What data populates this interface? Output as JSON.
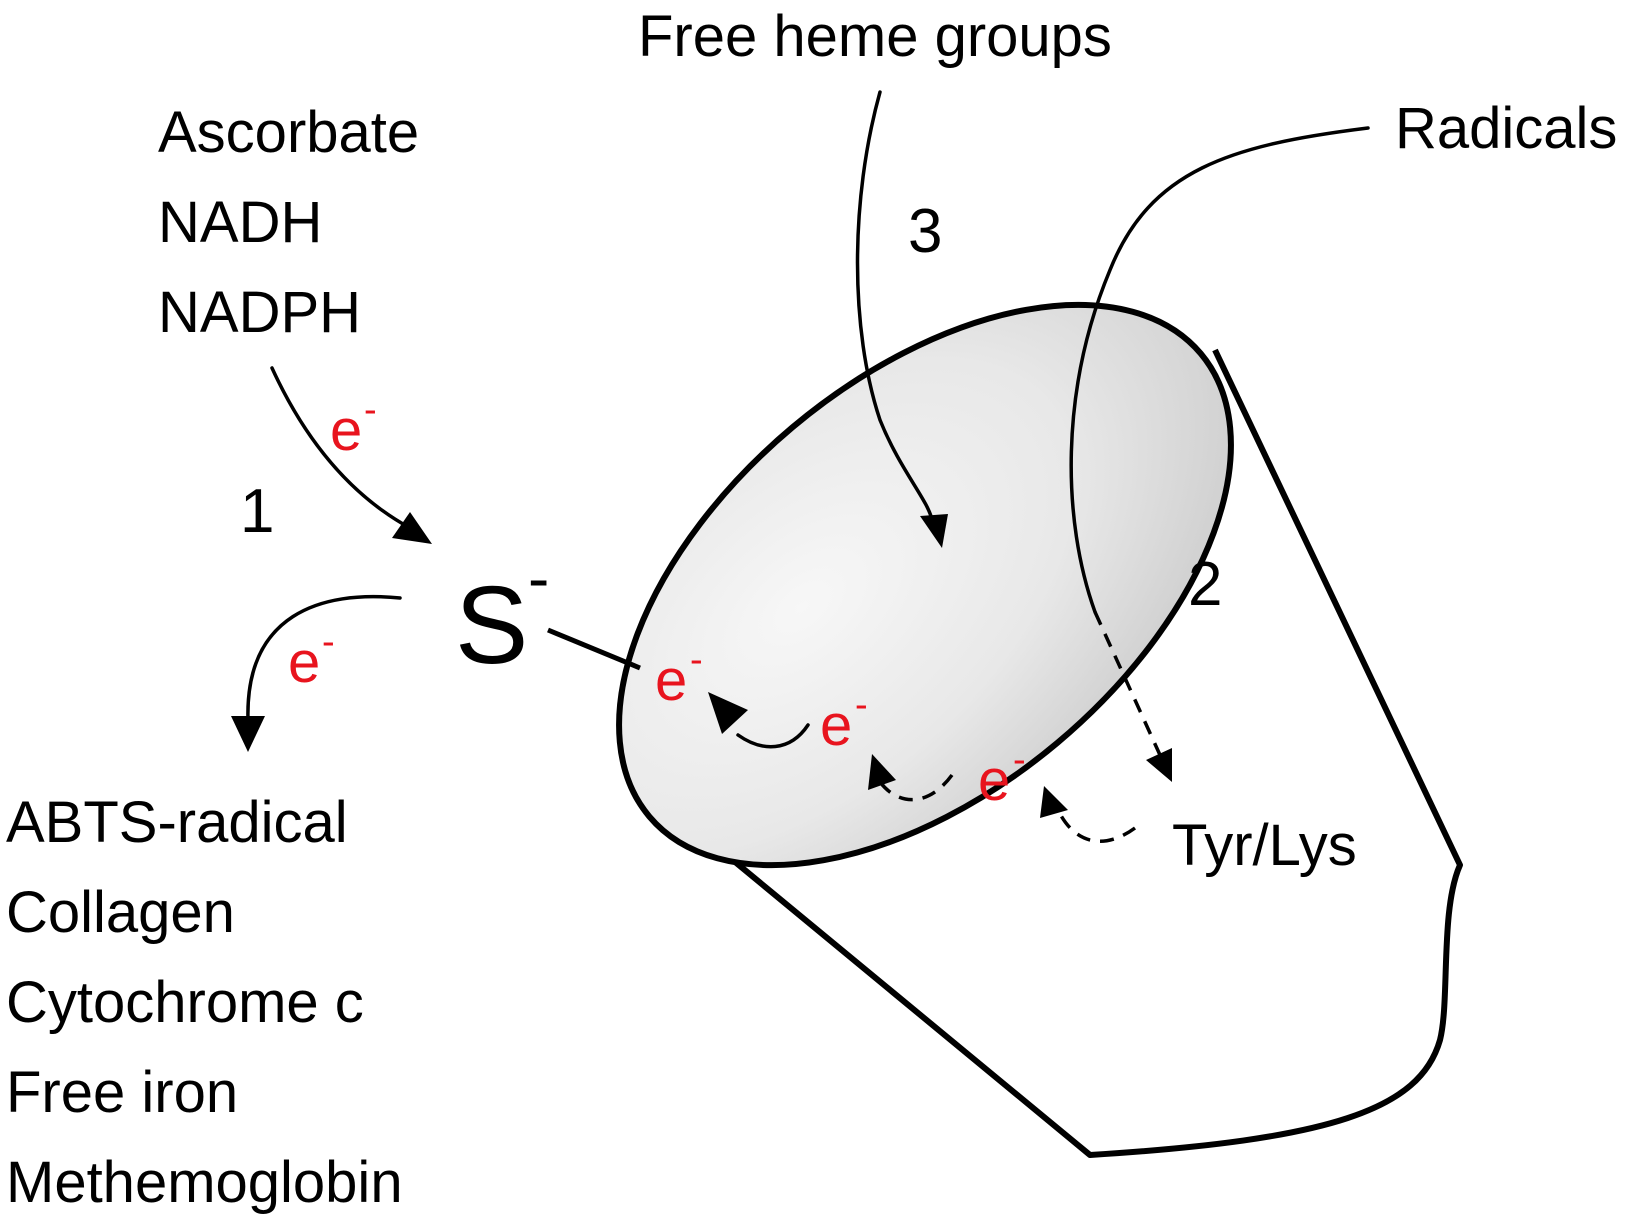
{
  "labels": {
    "free_heme": "Free heme groups",
    "radicals": "Radicals",
    "step1": "1",
    "step2": "2",
    "step3": "3",
    "thiolate_symbol": "S",
    "thiolate_charge": "-",
    "electron_symbol": "e",
    "electron_charge": "-",
    "tyr_lys": "Tyr/Lys"
  },
  "reductants": [
    "Ascorbate",
    "NADH",
    "NADPH"
  ],
  "oxidants": [
    "ABTS-radical",
    "Collagen",
    "Cytochrome c",
    "Free iron",
    "Methemoglobin"
  ],
  "colors": {
    "electron": "#e8141e",
    "text": "#000000",
    "cylinder_top_light": "#f7f7f7",
    "cylinder_top_dark": "#c9c9c9"
  }
}
